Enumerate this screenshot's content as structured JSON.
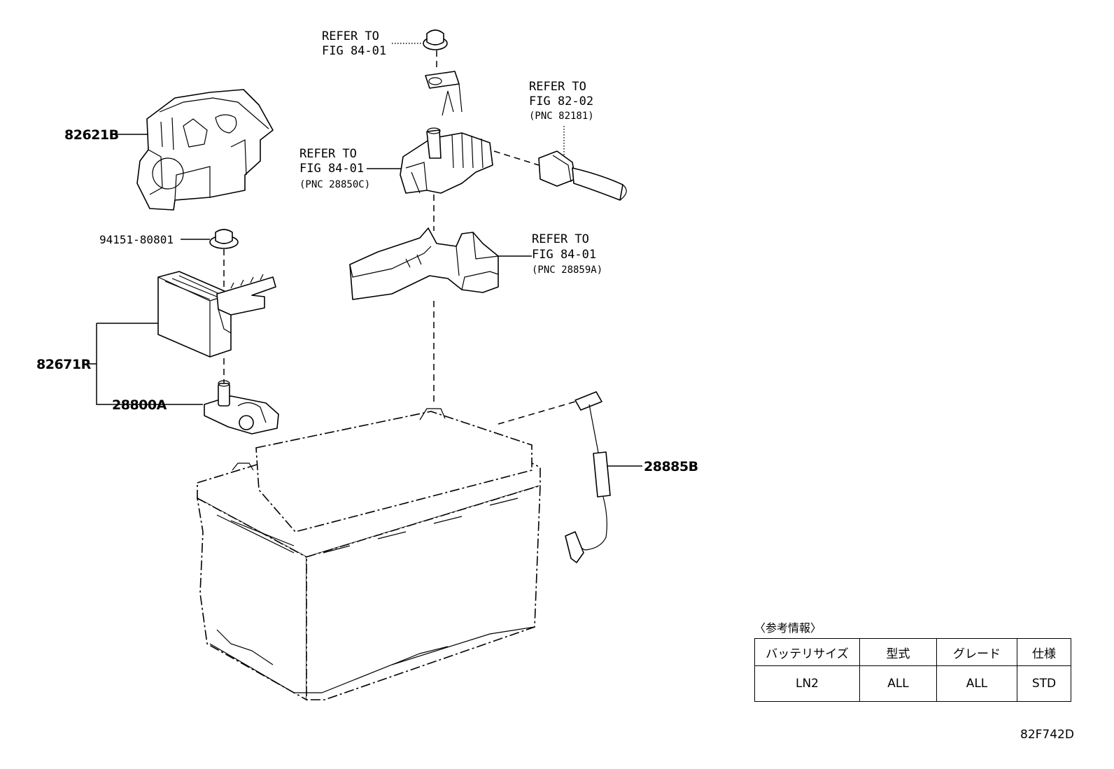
{
  "labels": {
    "ref_top": [
      "REFER TO",
      "FIG 84-01"
    ],
    "ref_sensor": [
      "REFER TO",
      "FIG 82-02",
      "(PNC 82181)"
    ],
    "ref_terminal": [
      "REFER TO",
      "FIG 84-01",
      "(PNC 28850C)"
    ],
    "ref_bracket": [
      "REFER TO",
      "FIG 84-01",
      "(PNC 28859A)"
    ]
  },
  "parts": {
    "p82621B": "82621B",
    "p94151": "94151-80801",
    "p82671R": "82671R",
    "p28800A": "28800A",
    "p28885B": "28885B"
  },
  "reference_info": {
    "title": "〈参考情報〉",
    "headers": [
      "バッテリサイズ",
      "型式",
      "グレード",
      "仕様"
    ],
    "values": [
      "LN2",
      "ALL",
      "ALL",
      "STD"
    ]
  },
  "figure_code": "82F742D"
}
